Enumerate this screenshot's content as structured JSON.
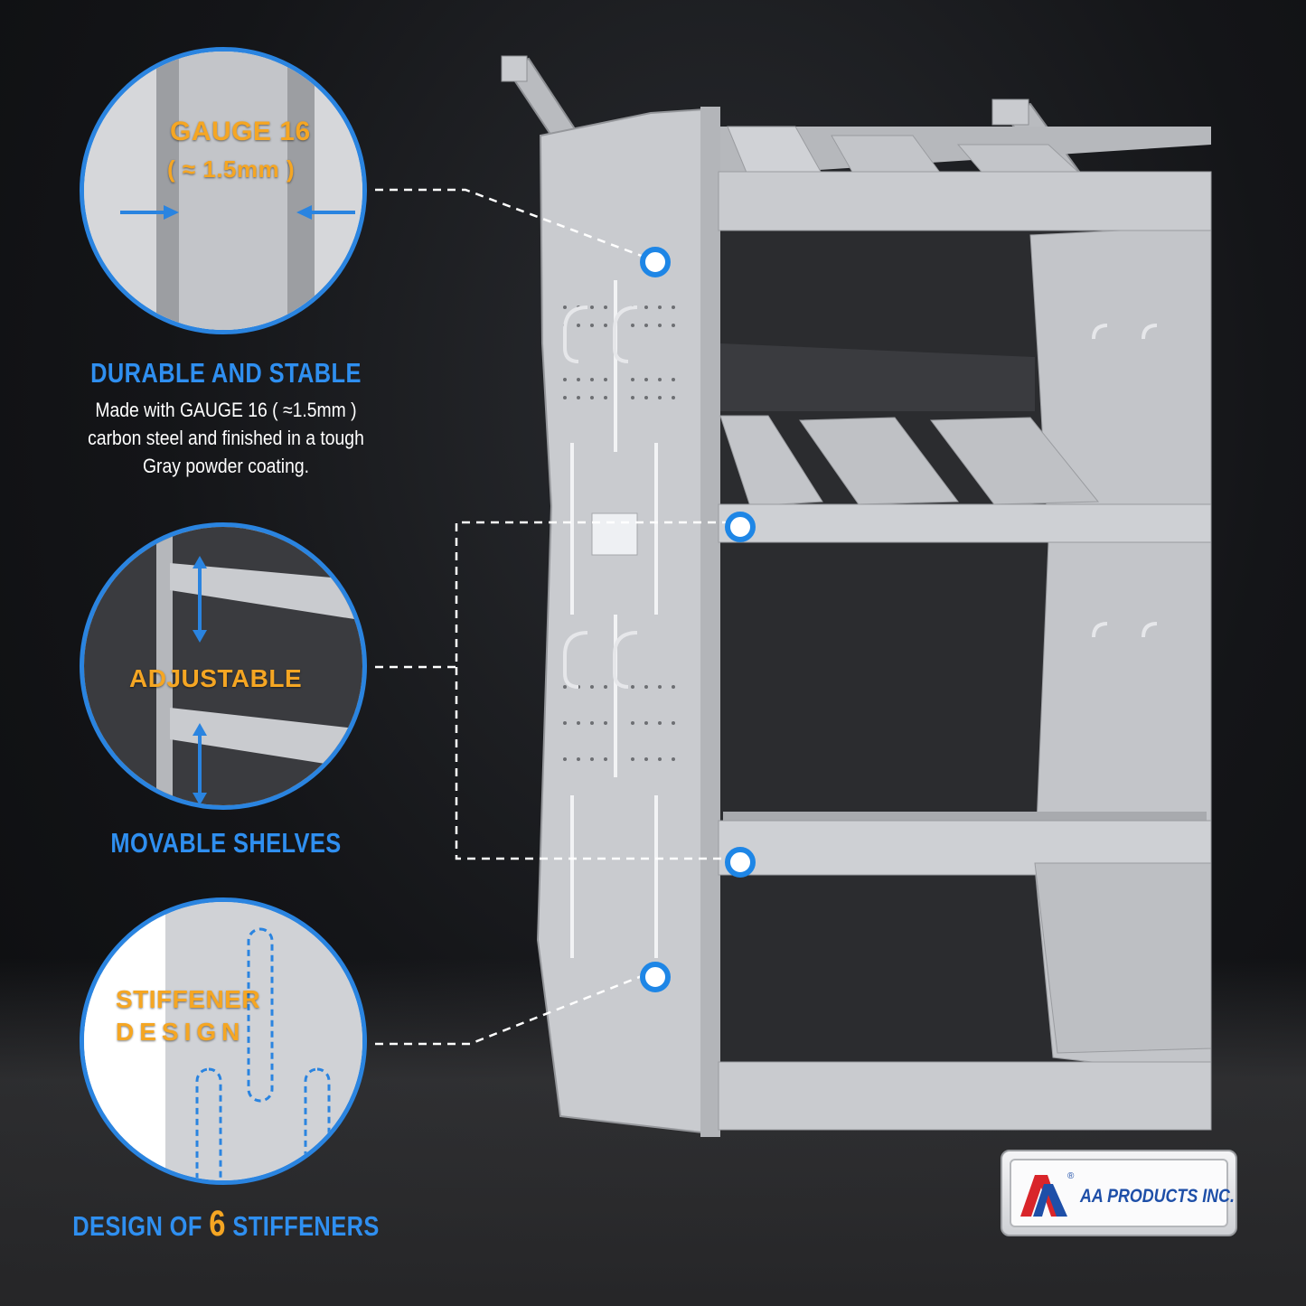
{
  "feature1": {
    "gauge_title": "GAUGE 16",
    "gauge_sub": "( ≈ 1.5mm )",
    "heading": "DURABLE AND STABLE",
    "desc_lines": [
      "Made with GAUGE 16 ( ≈1.5mm )",
      "carbon steel and finished in a tough",
      "Gray powder coating."
    ]
  },
  "feature2": {
    "label": "ADJUSTABLE",
    "heading": "MOVABLE SHELVES"
  },
  "feature3": {
    "label_line1": "STIFFENER",
    "label_line2": "DESIGN",
    "heading_prefix": "DESIGN OF",
    "heading_number": "6",
    "heading_suffix": "STIFFENERS"
  },
  "logo": {
    "brand": "AA PRODUCTS INC.",
    "reg_mark": "®"
  },
  "colors": {
    "accent_blue": "#2f8ff0",
    "accent_orange": "#f5a623",
    "background": "#141518"
  }
}
